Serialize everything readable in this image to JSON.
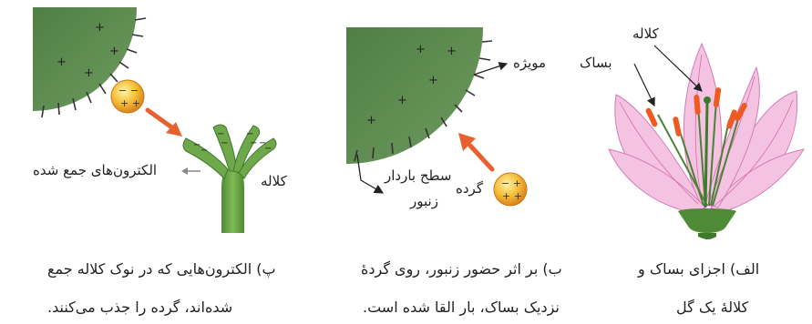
{
  "panel_c": {
    "label_electrons": "الکترون‌های جمع شده",
    "label_stigma": "کلاله",
    "caption_line1": "پ) الکترون‌هایی که در نوک کلاله جمع",
    "caption_line2": "شده‌اند، گرده را جذب می‌کنند."
  },
  "panel_b": {
    "label_hair": "مویژه",
    "label_charged_surface_1": "سطح باردار",
    "label_charged_surface_2": "زنبور",
    "label_pollen": "گرده",
    "caption_line1": "ب) بر اثر حضور زنبور، روی گردهٔ",
    "caption_line2": "نزدیک بساک، بار القا شده است."
  },
  "panel_a": {
    "label_stigma": "کلاله",
    "label_anther": "بساک",
    "caption_line1": "الف) اجزای بساک و",
    "caption_line2": "کلالهٔ یک گل"
  },
  "colors": {
    "bee_green": "#5e8f52",
    "stem_green": "#6fa84a",
    "pollen": "#f2b233",
    "arrow_red": "#e8602f",
    "petal_pink": "#f2b6dc",
    "anther_orange": "#ef5a22"
  }
}
